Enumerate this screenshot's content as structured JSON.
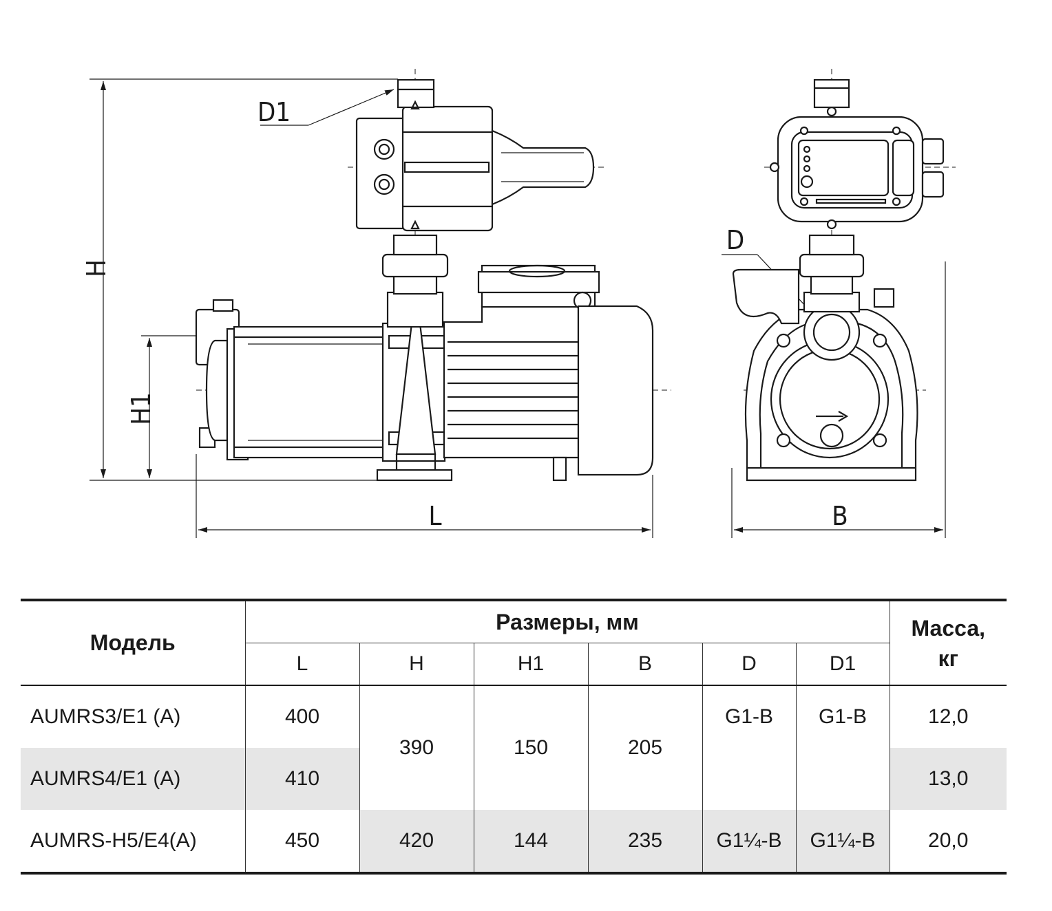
{
  "drawing": {
    "labels": {
      "H": "H",
      "H1": "H1",
      "L": "L",
      "B": "B",
      "D": "D",
      "D1": "D1"
    }
  },
  "table": {
    "header": {
      "model": "Модель",
      "dimensions_group": "Размеры, мм",
      "mass_line1": "Масса,",
      "mass_line2": "кг",
      "columns": [
        "L",
        "H",
        "H1",
        "B",
        "D",
        "D1"
      ]
    },
    "rows": [
      {
        "model": "AUMRS3/E1 (A)",
        "L": "400",
        "mass": "12,0"
      },
      {
        "model": "AUMRS4/E1 (A)",
        "L": "410",
        "mass": "13,0"
      },
      {
        "model": "AUMRS-H5/E4(A)",
        "L": "450",
        "H": "420",
        "H1": "144",
        "B": "235",
        "D": "G1¼-B",
        "D1": "G1¼-B",
        "mass": "20,0"
      }
    ],
    "merged": {
      "H_rows_1_2": "390",
      "H1_rows_1_2": "150",
      "B_rows_1_2": "205",
      "D_row_1": "G1-B",
      "D1_row_1": "G1-B"
    }
  }
}
